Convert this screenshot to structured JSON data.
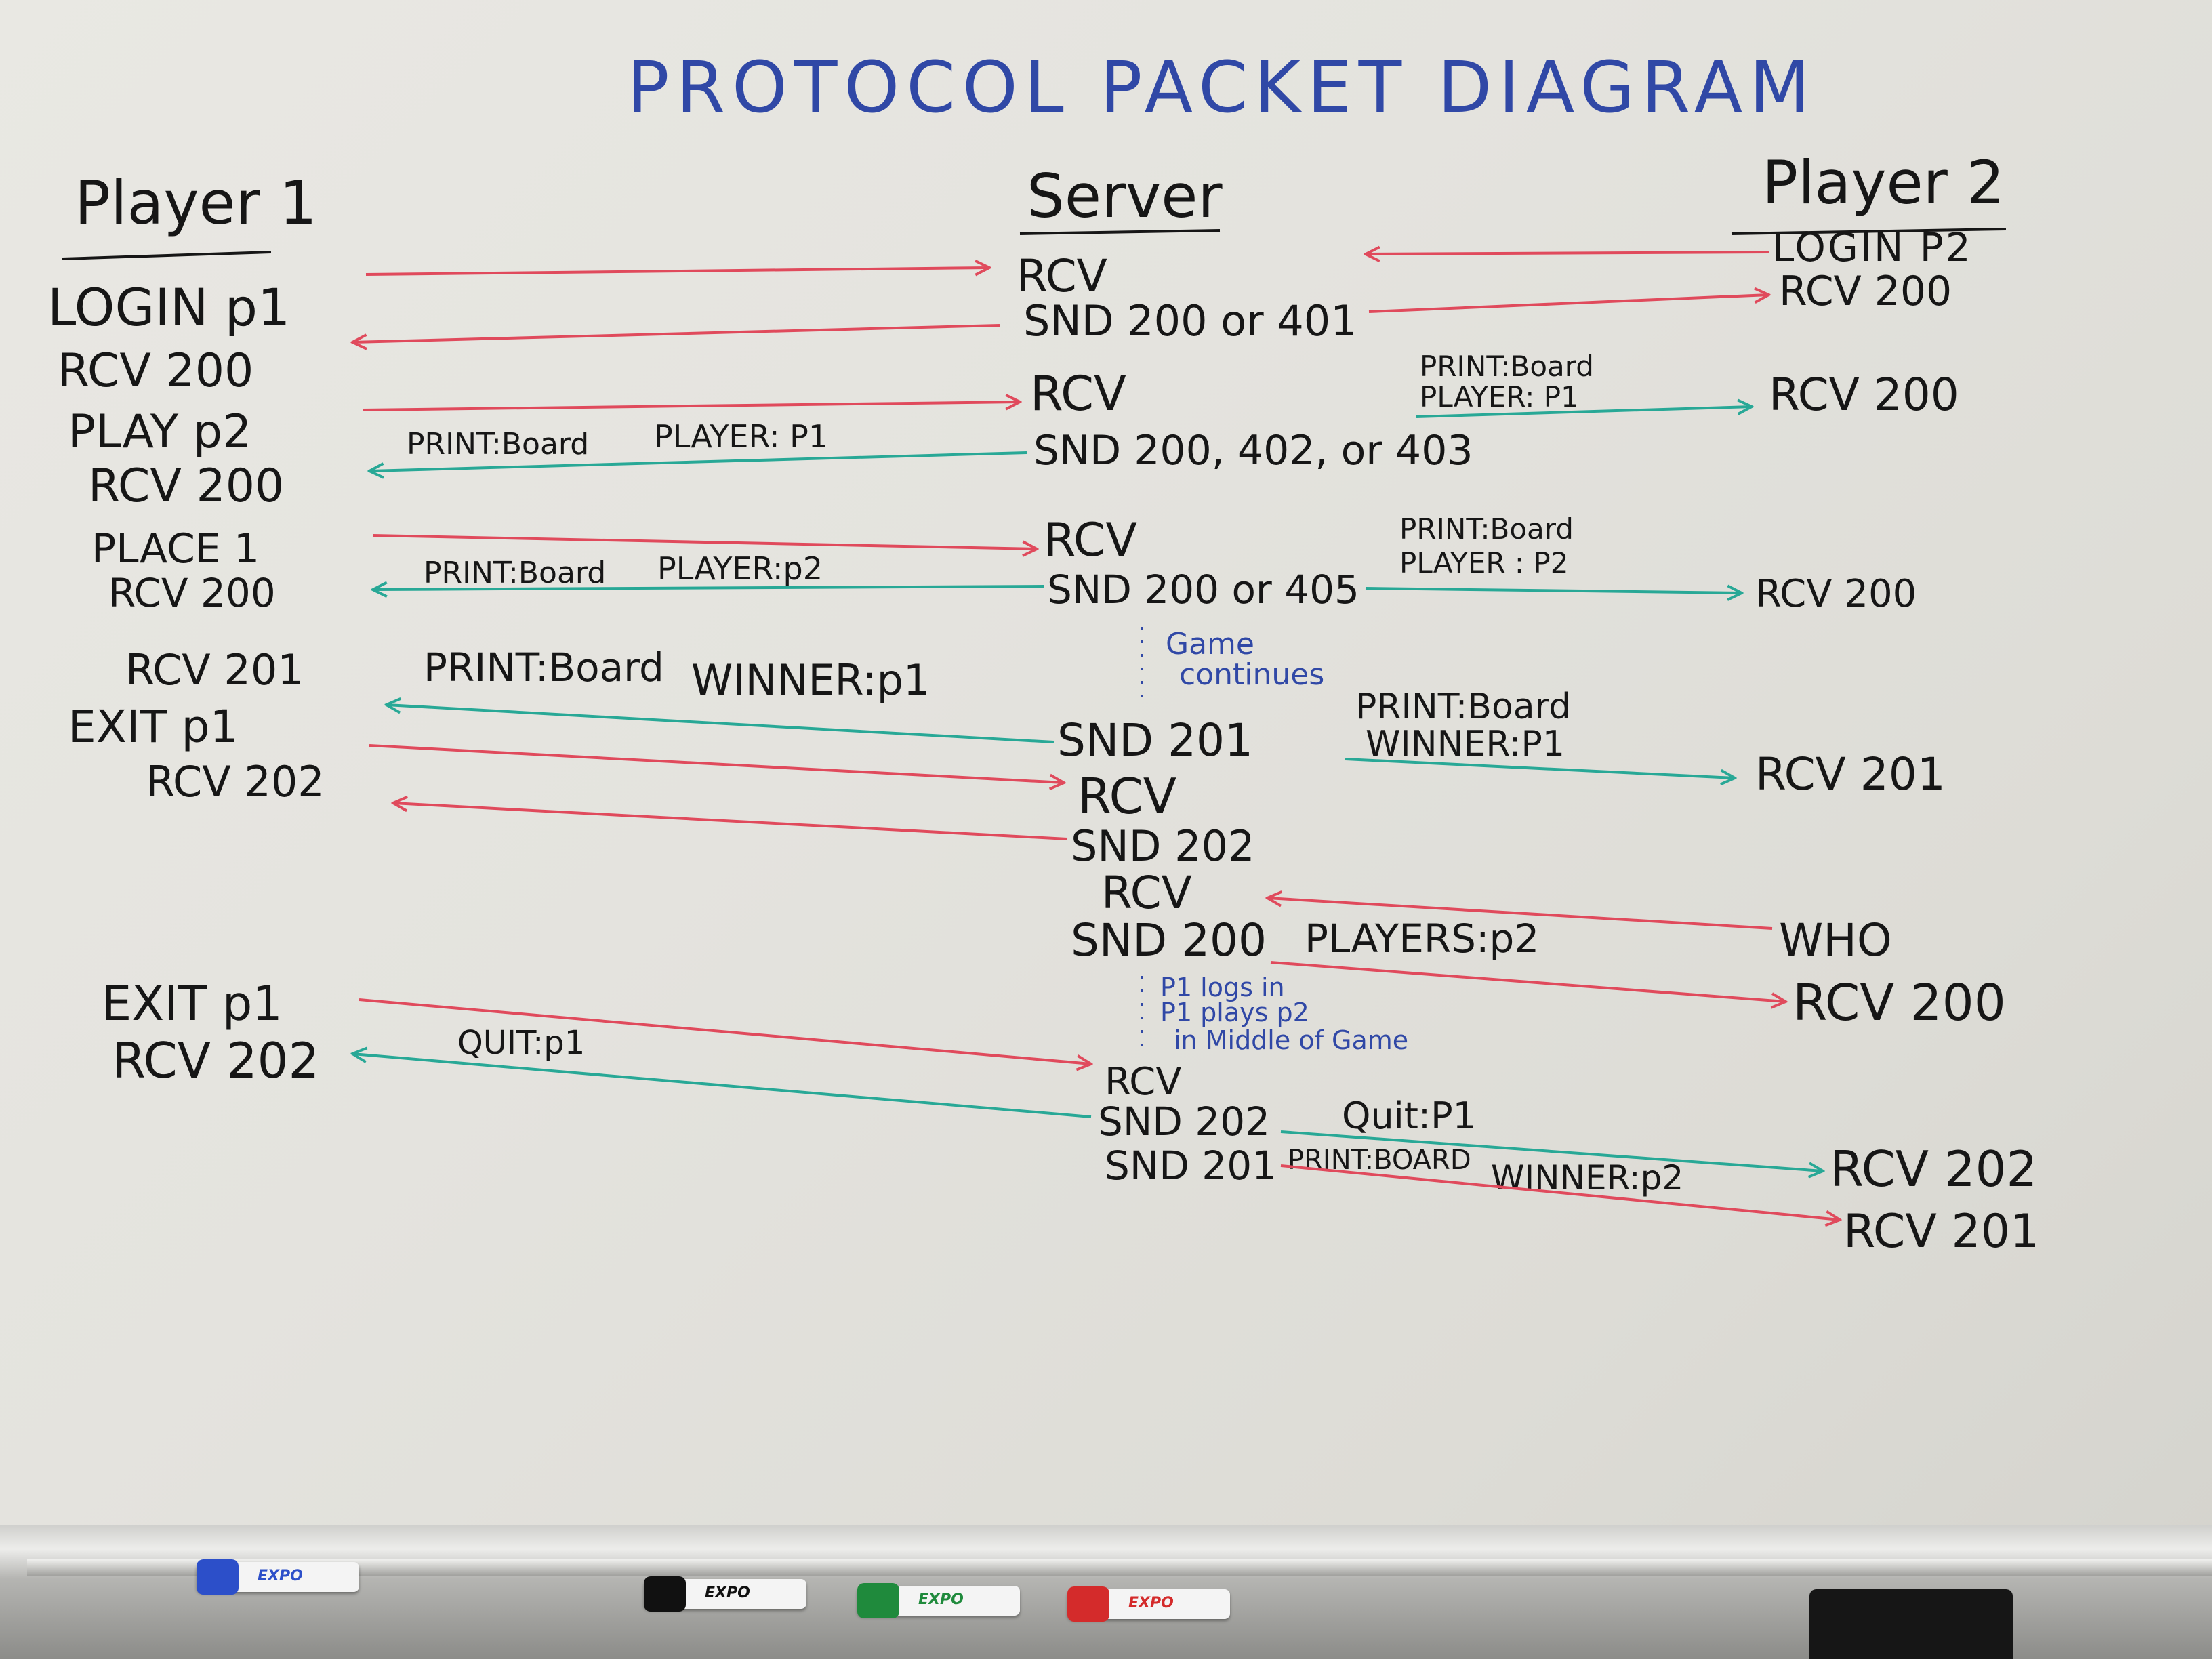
{
  "title": "PROTOCOL PACKET DIAGRAM",
  "columns": {
    "player1": "Player 1",
    "server": "Server",
    "player2": "Player 2"
  },
  "player1": {
    "login": "LOGIN p1",
    "rcv1": "RCV 200",
    "play": "PLAY p2",
    "rcv2": "RCV 200",
    "place": "PLACE 1",
    "rcv3": "RCV 200",
    "rcv201": "RCV 201",
    "exit1": "EXIT p1",
    "rcv202a": "RCV 202",
    "exit2": "EXIT p1",
    "rcv202b": "RCV 202"
  },
  "server": {
    "rcv1": "RCV",
    "snd1": "SND 200 or 401",
    "rcv2": "RCV",
    "snd2": "SND 200, 402, or 403",
    "rcv3": "RCV",
    "snd3": "SND 200 or 405",
    "note1_a": "Game",
    "note1_b": "continues",
    "snd201": "SND 201",
    "rcv4": "RCV",
    "snd202": "SND 202",
    "rcv5": "RCV",
    "snd200": "SND 200",
    "note2_a": "P1 logs in",
    "note2_b": "P1 plays p2",
    "note2_c": "in Middle of Game",
    "rcv6": "RCV",
    "snd202b": "SND 202",
    "snd201b": "SND 201"
  },
  "player2": {
    "login": "LOGIN P2",
    "rcv1": "RCV 200",
    "rcv2": "RCV 200",
    "rcv3": "RCV 200",
    "rcv201": "RCV 201",
    "who": "WHO",
    "rcv200": "RCV 200",
    "rcv202": "RCV 202",
    "rcv201b": "RCV 201"
  },
  "labels": {
    "print_board": "PRINT:Board",
    "player_p1": "PLAYER: P1",
    "player_p1_left": "PLAYER: P1",
    "player_p2": "PLAYER:p2",
    "player_p2_right": "PLAYER : P2",
    "winner_p1": "WINNER:p1",
    "winner_p1_right": "WINNER:P1",
    "players_p2": "PLAYERS:p2",
    "quit_p1": "QUIT:p1",
    "quit_p1_right": "Quit:P1",
    "print_board_caps": "PRINT:BOARD",
    "winner_p2": "WINNER:p2"
  },
  "colors": {
    "request_arrow": "#e04a5c",
    "response_arrow": "#28a896",
    "ink": "#161616",
    "blue_ink": "#3048a6"
  },
  "markers": {
    "blue": "EXPO",
    "black": "EXPO",
    "green": "EXPO",
    "red": "EXPO"
  }
}
